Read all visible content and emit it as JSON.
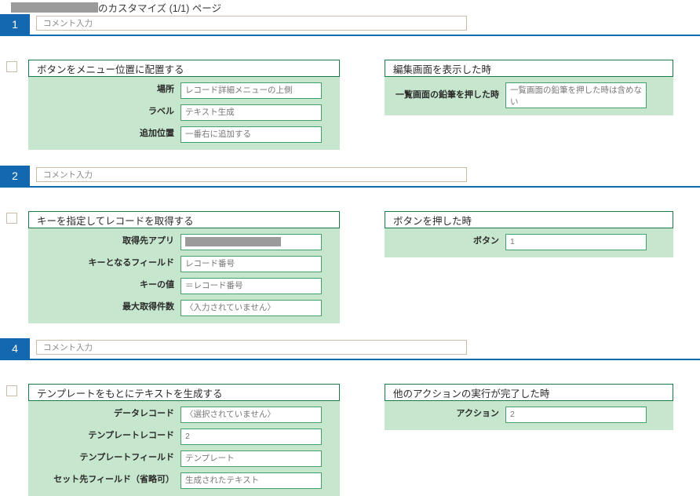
{
  "page": {
    "title_redacted": true,
    "title_suffix": "のカスタマイズ (1/1) ページ",
    "accent_blue": "#1368b0",
    "accent_green": "#1b7a43",
    "body_green": "#c6e6cd",
    "input_border_green": "#46a06a",
    "comment_border": "#c9bba6",
    "redaction_gray": "#9b9b9b"
  },
  "sections": [
    {
      "number": "1",
      "comment_placeholder": "コメント入力",
      "left_card": {
        "header": "ボタンをメニュー位置に配置する",
        "fields": [
          {
            "label": "場所",
            "value": "レコード詳細メニューの上側"
          },
          {
            "label": "ラベル",
            "value": "テキスト生成"
          },
          {
            "label": "追加位置",
            "value": "一番右に追加する"
          }
        ]
      },
      "right_card": {
        "header": "編集画面を表示した時",
        "fields": [
          {
            "label": "一覧画面の鉛筆を押した時",
            "value": "一覧画面の鉛筆を押した時は含めない"
          }
        ]
      }
    },
    {
      "number": "2",
      "comment_placeholder": "コメント入力",
      "left_card": {
        "header": "キーを指定してレコードを取得する",
        "fields": [
          {
            "label": "取得先アプリ",
            "value": "",
            "redacted": true
          },
          {
            "label": "キーとなるフィールド",
            "value": "レコード番号"
          },
          {
            "label": "キーの値",
            "value": "＝レコード番号"
          },
          {
            "label": "最大取得件数",
            "value": "〈入力されていません〉"
          }
        ]
      },
      "right_card": {
        "header": "ボタンを押した時",
        "fields": [
          {
            "label": "ボタン",
            "value": "1"
          }
        ]
      }
    },
    {
      "number": "4",
      "comment_placeholder": "コメント入力",
      "left_card": {
        "header": "テンプレートをもとにテキストを生成する",
        "fields": [
          {
            "label": "データレコード",
            "value": "〈選択されていません〉"
          },
          {
            "label": "テンプレートレコード",
            "value": "2"
          },
          {
            "label": "テンプレートフィールド",
            "value": "テンプレート"
          },
          {
            "label": "セット先フィールド（省略可）",
            "value": "生成されたテキスト"
          }
        ]
      },
      "right_card": {
        "header": "他のアクションの実行が完了した時",
        "fields": [
          {
            "label": "アクション",
            "value": "2"
          }
        ]
      }
    }
  ]
}
